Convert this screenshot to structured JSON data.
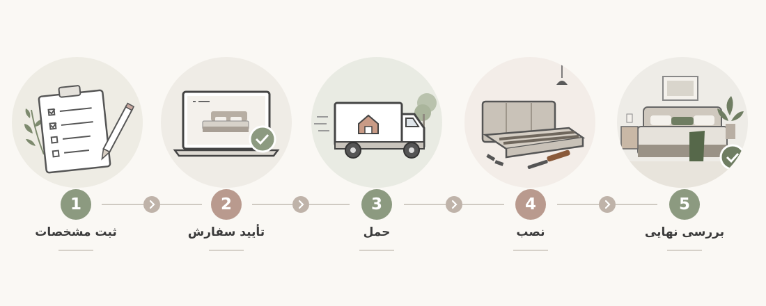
{
  "colors": {
    "background": "#faf8f4",
    "green": "#8c9a80",
    "rose": "#b99a8e",
    "chevron": "#bfb3a9",
    "connector": "#cfcac2"
  },
  "steps": [
    {
      "number": "1",
      "label": "ثبت مشخصات",
      "icon": "clipboard-checklist-icon",
      "color": "#8c9a80"
    },
    {
      "number": "2",
      "label": "تأیید سفارش",
      "icon": "laptop-bed-icon",
      "color": "#b99a8e"
    },
    {
      "number": "3",
      "label": "حمل",
      "icon": "delivery-truck-icon",
      "color": "#8c9a80"
    },
    {
      "number": "4",
      "label": "نصب",
      "icon": "bed-frame-assembly-icon",
      "color": "#b99a8e"
    },
    {
      "number": "5",
      "label": "بررسی نهایی",
      "icon": "finished-bedroom-icon",
      "color": "#8c9a80"
    }
  ]
}
